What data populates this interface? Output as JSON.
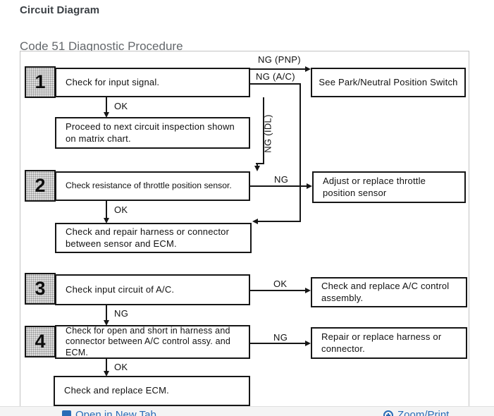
{
  "page": {
    "title": "Circuit Diagram",
    "subtitle": "Code 51 Diagnostic Procedure"
  },
  "diagram": {
    "step1": {
      "number": "1",
      "text": "Check for input signal."
    },
    "step2": {
      "number": "2",
      "text": "Check resistance of throttle position sensor."
    },
    "step3": {
      "number": "3",
      "text": "Check input circuit of A/C."
    },
    "step4": {
      "number": "4",
      "text": "Check for open and short in harness and connector between A/C control assy. and ECM."
    },
    "box_see_pnp": "See Park/Neutral Position Switch",
    "box_proceed": "Proceed to next circuit inspection shown on matrix chart.",
    "box_adjust": "Adjust or replace throttle position sensor",
    "box_harness": "Check and repair harness or connector between sensor and ECM.",
    "box_ac_assembly": "Check and replace A/C control assembly.",
    "box_repair": "Repair or replace harness or connector.",
    "box_ecm": "Check and replace ECM.",
    "labels": {
      "ng_pnp": "NG (PNP)",
      "ng_ac": "NG (A/C)",
      "ng_idl": "NG (IDL)",
      "ok": "OK",
      "ng": "NG"
    }
  },
  "footer": {
    "open_link": "Open in New Tab",
    "zoom_link": "Zoom/Print"
  },
  "colors": {
    "link_blue": "#2a6cb6",
    "line_black": "#161616",
    "step_square_gray": "#dcdcdc"
  }
}
